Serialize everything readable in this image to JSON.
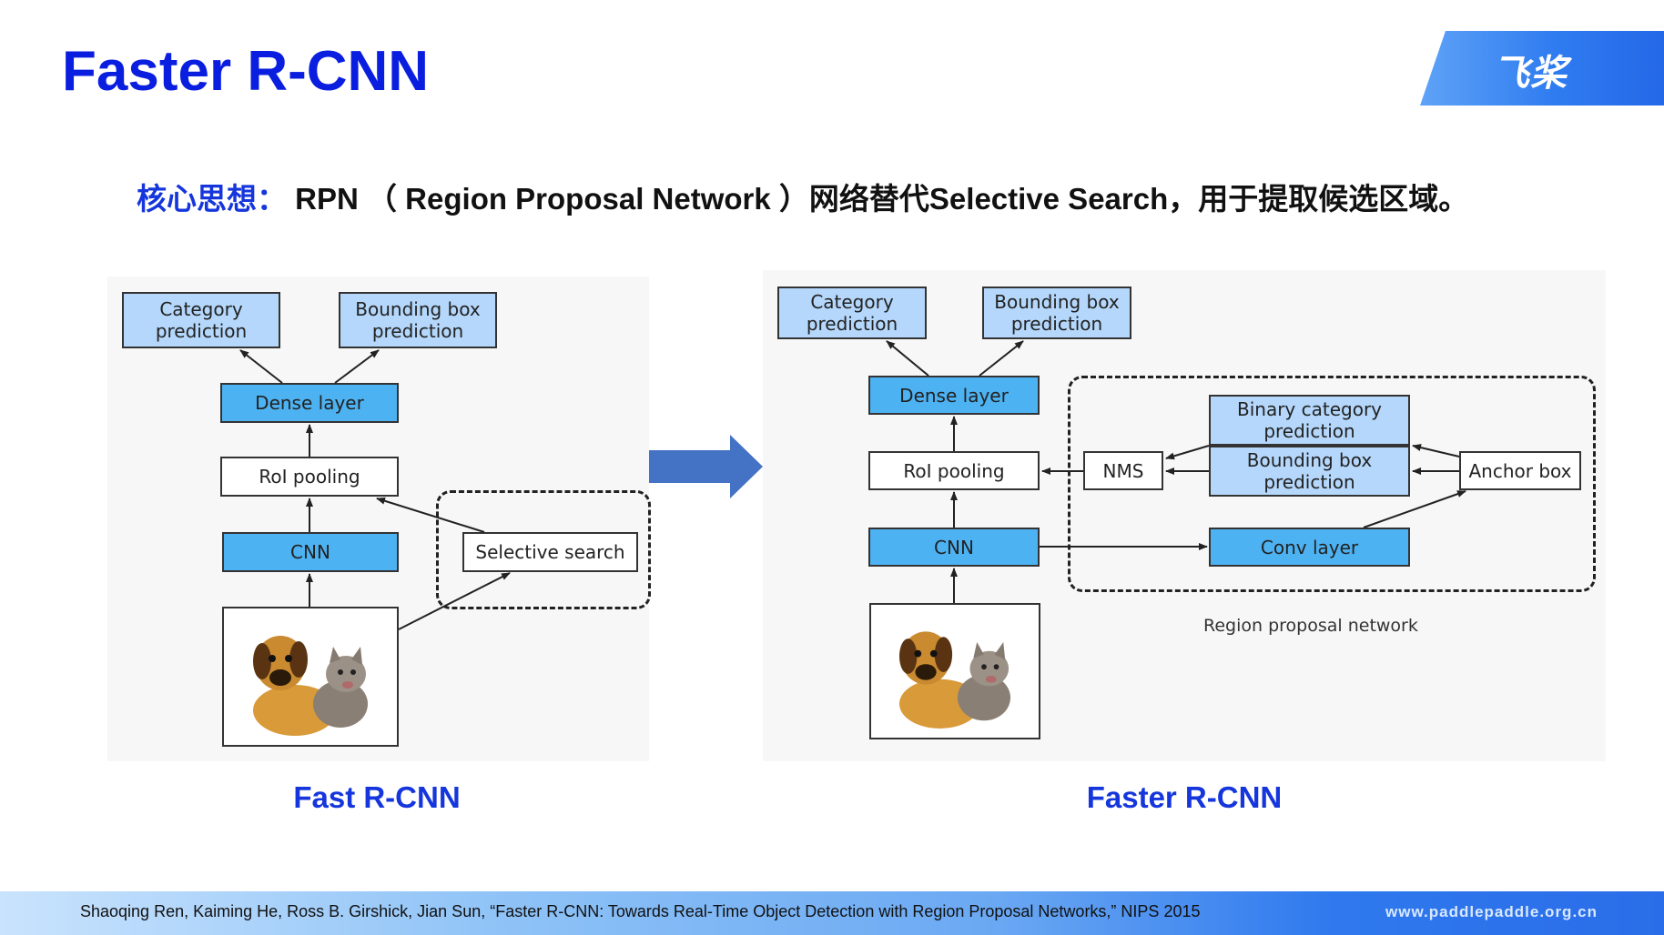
{
  "title": "Faster R-CNN",
  "logo": {
    "text": "飞桨",
    "icon": "paddlepaddle-logo-icon"
  },
  "subtitle": {
    "label": "核心思想：",
    "text": " RPN （ Region Proposal Network ）网络替代Selective Search，用于提取候选区域。"
  },
  "fast_rcnn": {
    "caption": "Fast R-CNN",
    "category_prediction": "Category prediction",
    "bbox_prediction": "Bounding box prediction",
    "dense_layer": "Dense layer",
    "roi_pooling": "RoI pooling",
    "cnn": "CNN",
    "selective_search": "Selective search"
  },
  "faster_rcnn": {
    "caption": "Faster R-CNN",
    "category_prediction": "Category prediction",
    "bbox_prediction": "Bounding box prediction",
    "dense_layer": "Dense layer",
    "roi_pooling": "RoI pooling",
    "cnn": "CNN",
    "nms": "NMS",
    "binary_category": "Binary category prediction",
    "rpn_bbox_prediction": "Bounding box prediction",
    "anchor_box": "Anchor box",
    "conv_layer": "Conv layer",
    "rpn_label": "Region proposal network"
  },
  "footer": {
    "citation": "Shaoqing Ren, Kaiming He, Ross B. Girshick, Jian Sun, “Faster R-CNN: Towards Real-Time Object Detection with Region Proposal Networks,” NIPS 2015",
    "url": "www.paddlepaddle.org.cn"
  },
  "colors": {
    "title": "#0a1ee0",
    "light_box": "#b4d7fb",
    "mid_box": "#4db2f2",
    "arrow": "#4472c4"
  }
}
